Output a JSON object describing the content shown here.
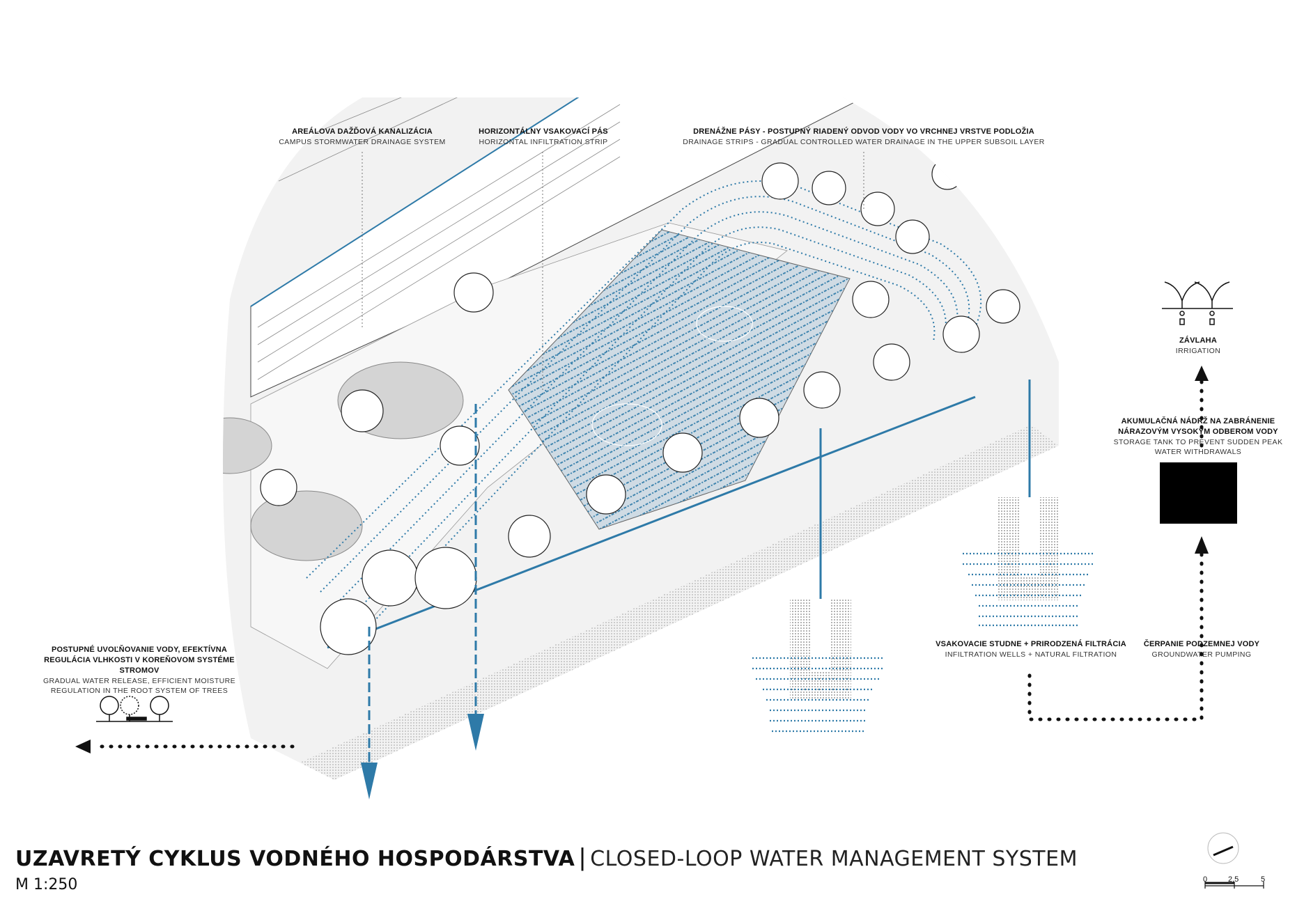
{
  "title": {
    "sk": "UZAVRETÝ CYKLUS VODNÉHO HOSPODÁRSTVA",
    "separator": "|",
    "en": "CLOSED-LOOP WATER MANAGEMENT SYSTEM",
    "scale": "M 1:250"
  },
  "labels": {
    "stormwater": {
      "sk": "AREÁLOVA DAŽĎOVÁ KANALIZÁCIA",
      "en": "CAMPUS STORMWATER DRAINAGE SYSTEM"
    },
    "infiltration_strip": {
      "sk": "HORIZONTÁLNY VSAKOVACÍ PÁS",
      "en": "HORIZONTAL INFILTRATION STRIP"
    },
    "drainage_strips": {
      "sk": "DRENÁŽNE PÁSY - POSTUPNÝ RIADENÝ ODVOD VODY VO VRCHNEJ VRSTVE PODLOŽIA",
      "en": "DRAINAGE STRIPS - GRADUAL CONTROLLED WATER DRAINAGE IN THE UPPER SUBSOIL LAYER"
    },
    "irrigation": {
      "sk": "ZÁVLAHA",
      "en": "IRRIGATION"
    },
    "storage_tank": {
      "sk1": "AKUMULAČNÁ NÁDRŽ NA ZABRÁNENIE",
      "sk2": "NÁRAZOVÝM VYSOKÝM ODBEROM VODY",
      "en1": "STORAGE TANK TO PREVENT SUDDEN PEAK",
      "en2": "WATER WITHDRAWALS"
    },
    "infiltration_wells": {
      "sk": "VSAKOVACIE STUDNE + PRIRODZENÁ FILTRÁCIA",
      "en": "INFILTRATION WELLS + NATURAL FILTRATION"
    },
    "groundwater": {
      "sk": "ČERPANIE PODZEMNEJ VODY",
      "en": "GROUNDWATER PUMPING"
    },
    "release": {
      "sk1": "POSTUPNÉ UVOĽŇOVANIE VODY, EFEKTÍVNA",
      "sk2": "REGULÁCIA VLHKOSTI V KOREŇOVOM SYSTÉME STROMOV",
      "en1": "GRADUAL WATER RELEASE, EFFICIENT MOISTURE",
      "en2": "REGULATION IN THE ROOT SYSTEM OF TREES"
    }
  },
  "scalebar": {
    "ticks": [
      "0",
      "2,5",
      "5"
    ]
  },
  "colors": {
    "water": "#2e7aa8",
    "ink": "#111111",
    "paper": "#ffffff",
    "ground": "#e8e8e8"
  },
  "icons": [
    "north-arrow-icon",
    "sprinkler-icon",
    "storage-tank-icon",
    "trees-bench-icon",
    "arrow-down-icon",
    "arrow-left-icon",
    "arrow-up-icon"
  ]
}
